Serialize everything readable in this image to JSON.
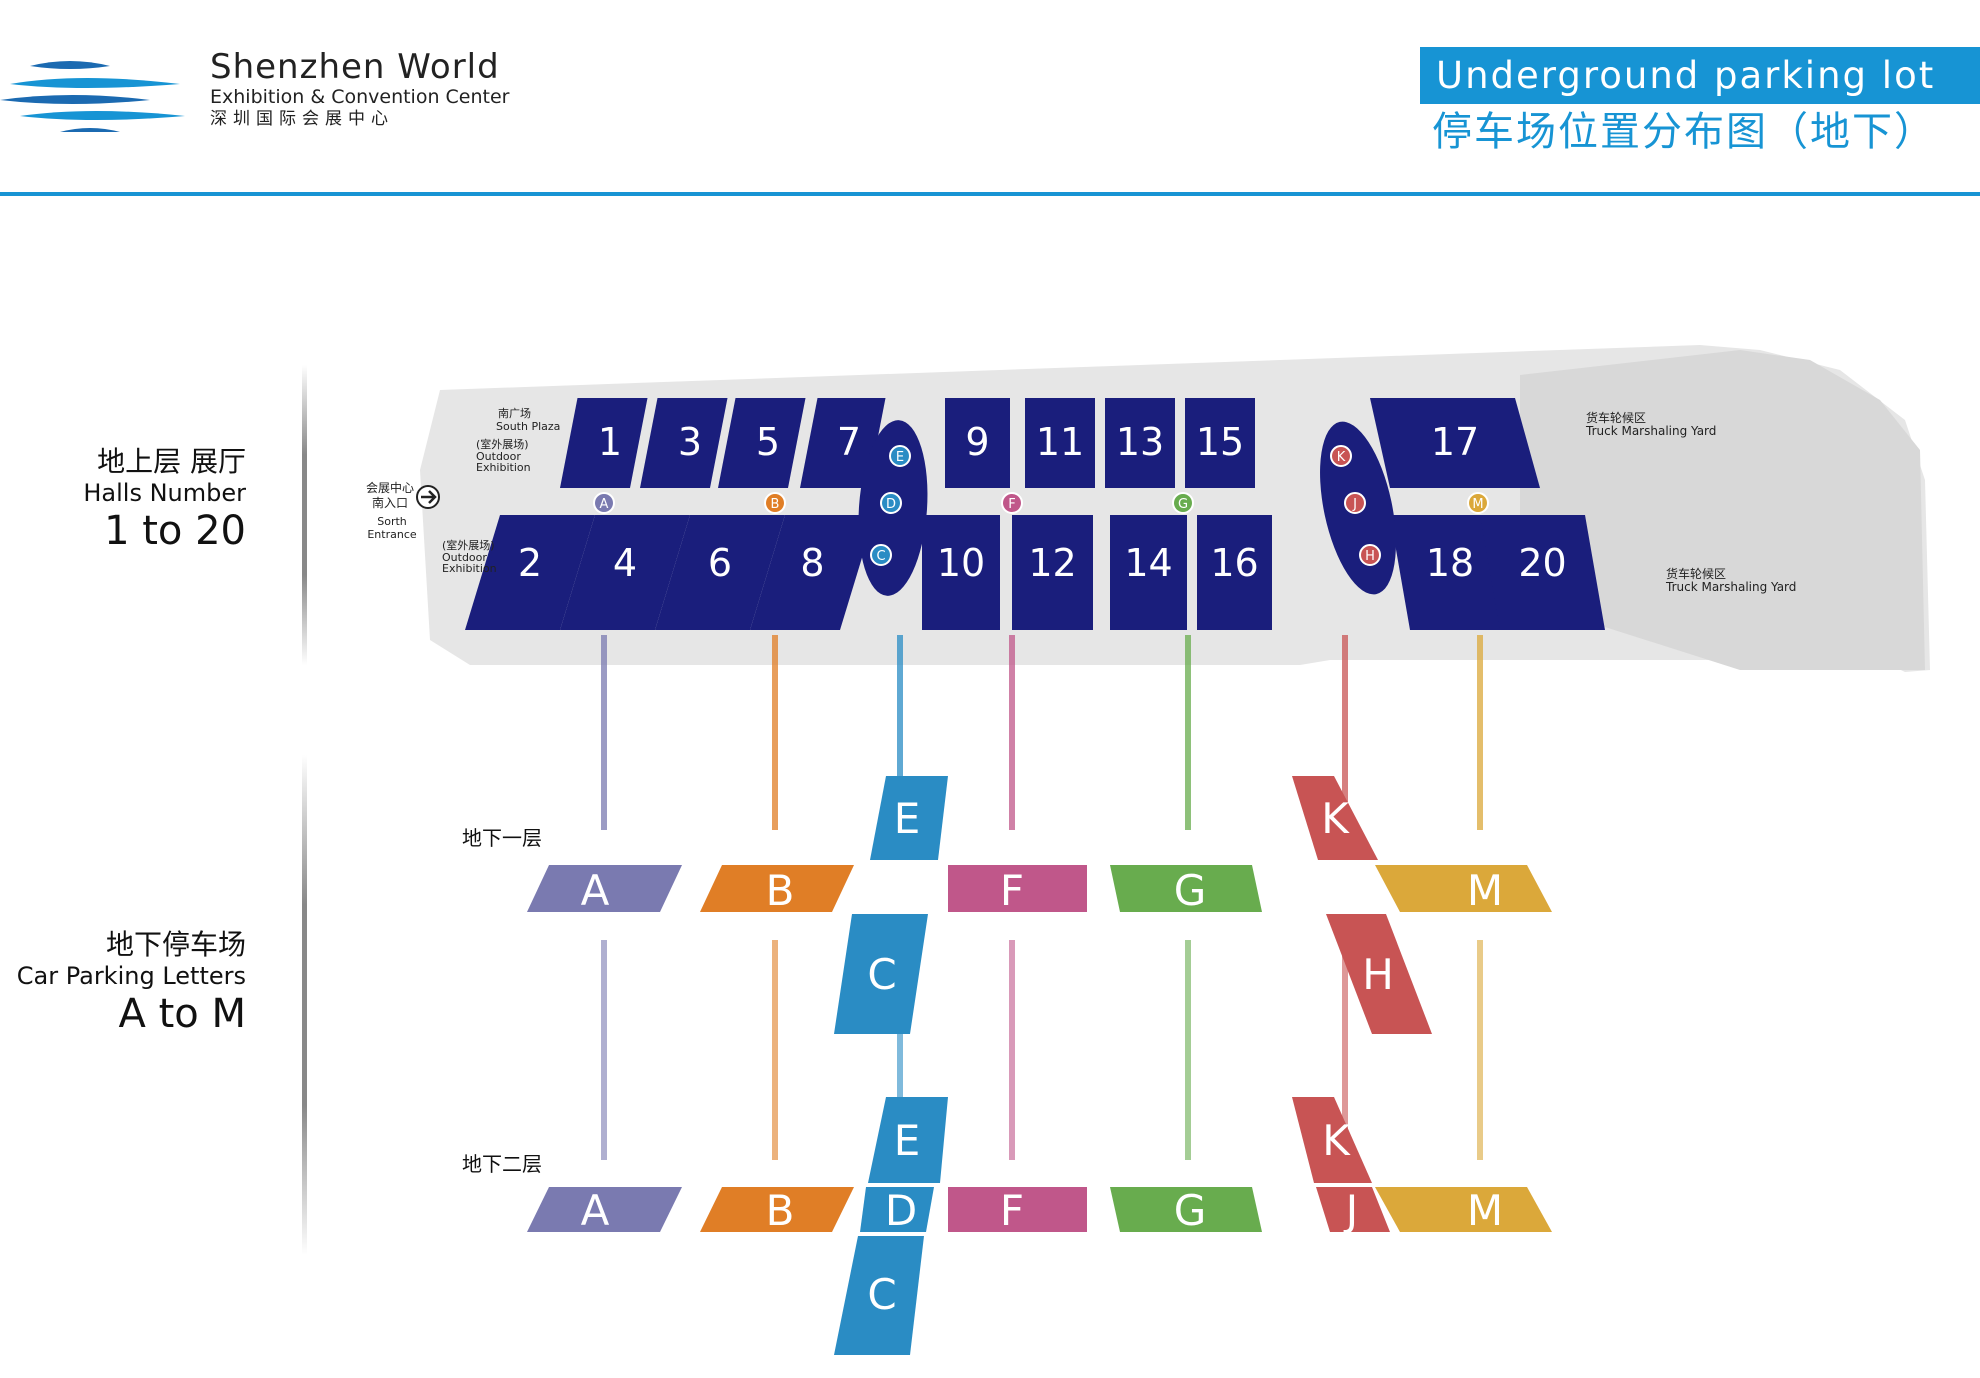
{
  "header": {
    "logo_line1": "Shenzhen World",
    "logo_line2": "Exhibition & Convention Center",
    "logo_line3": "深圳国际会展中心",
    "title_en": "Underground parking lot",
    "title_cn": "停车场位置分布图（地下）"
  },
  "side": {
    "halls_cn": "地上层 展厅",
    "halls_en": "Halls Number",
    "halls_range": "1 to 20",
    "parking_cn": "地下停车场",
    "parking_en": "Car Parking Letters",
    "parking_range": "A to M"
  },
  "levels": {
    "b1": "地下一层",
    "b2": "地下二层"
  },
  "map_labels": {
    "south_plaza_cn": "南广场",
    "south_plaza_en": "South Plaza",
    "outdoor_cn": "(室外展场)",
    "outdoor_en1": "Outdoor",
    "outdoor_en2": "Exhibition",
    "entrance_cn1": "会展中心",
    "entrance_cn2": "南入口",
    "entrance_en1": "Sorth",
    "entrance_en2": "Entrance",
    "truck_cn": "货车轮候区",
    "truck_en": "Truck Marshaling Yard"
  },
  "halls_north": [
    "1",
    "3",
    "5",
    "7",
    "9",
    "11",
    "13",
    "15",
    "17"
  ],
  "halls_south": [
    "2",
    "4",
    "6",
    "8",
    "10",
    "12",
    "14",
    "16",
    "18",
    "20"
  ],
  "colors": {
    "hall": "#1a1e7c",
    "accent": "#1794d4",
    "A": "#7a7ab0",
    "B": "#e07e26",
    "C": "#2a8cc4",
    "D": "#2a8cc4",
    "E": "#2a8cc4",
    "F": "#c0578a",
    "G": "#68ac4e",
    "H": "#c85454",
    "J": "#c85454",
    "K": "#c85454",
    "M": "#dba83a",
    "ground": "#e6e6e6"
  },
  "parking_b1": [
    "A",
    "B",
    "E",
    "C",
    "F",
    "G",
    "K",
    "H",
    "M"
  ],
  "parking_b2": [
    "A",
    "B",
    "E",
    "D",
    "C",
    "F",
    "G",
    "K",
    "J",
    "M"
  ],
  "markers": [
    "A",
    "B",
    "E",
    "D",
    "C",
    "F",
    "G",
    "K",
    "J",
    "H",
    "M"
  ]
}
